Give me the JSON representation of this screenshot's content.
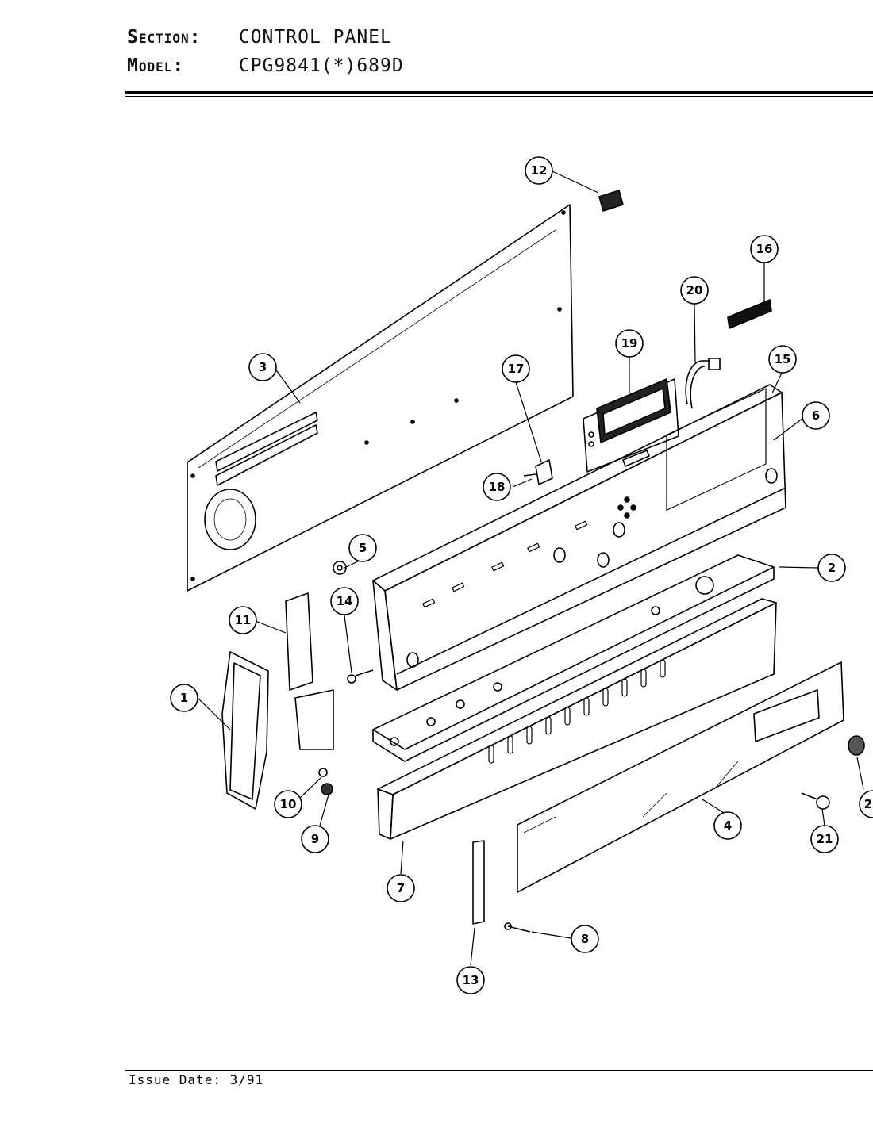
{
  "header": {
    "section_label": "Section:",
    "section_value": "CONTROL PANEL",
    "model_label": "Model:",
    "model_value": "CPG9841(*)689D"
  },
  "footer": {
    "issue_date": "Issue Date: 3/91"
  },
  "callouts": [
    "1",
    "2",
    "3",
    "4",
    "5",
    "6",
    "7",
    "8",
    "9",
    "10",
    "11",
    "12",
    "13",
    "14",
    "15",
    "16",
    "17",
    "18",
    "19",
    "20",
    "21",
    "2"
  ]
}
